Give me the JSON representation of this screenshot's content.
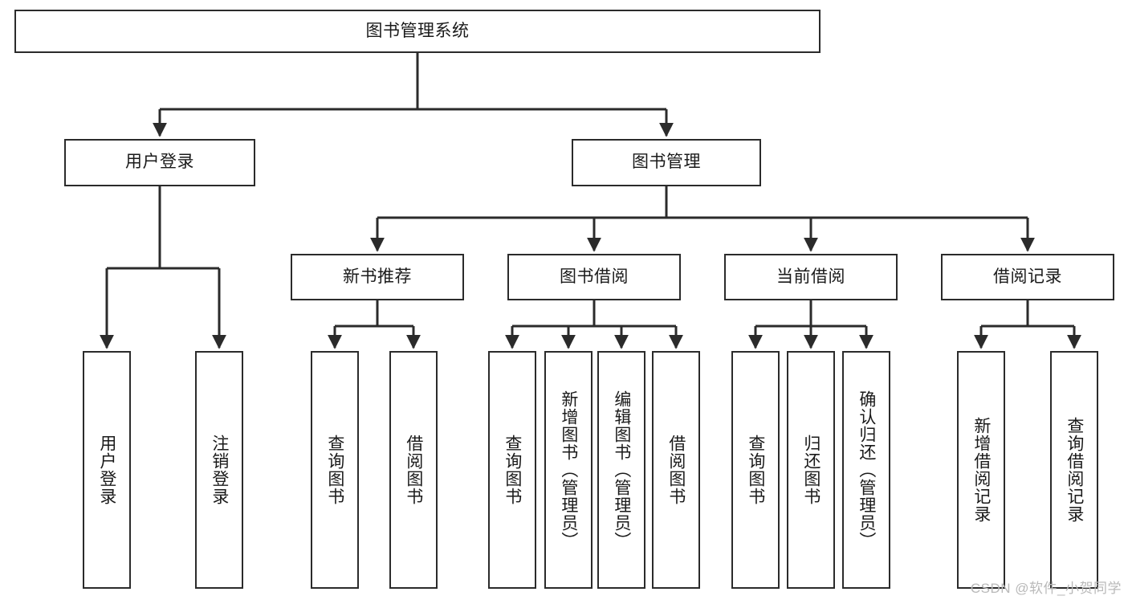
{
  "diagram": {
    "title": "图书管理系统",
    "type": "tree-hierarchy-chart",
    "root": {
      "label": "图书管理系统"
    },
    "level2": [
      {
        "label": "用户登录"
      },
      {
        "label": "图书管理"
      }
    ],
    "level3": [
      {
        "label": "新书推荐"
      },
      {
        "label": "图书借阅"
      },
      {
        "label": "当前借阅"
      },
      {
        "label": "借阅记录"
      }
    ],
    "leaves": [
      {
        "label": "用户登录"
      },
      {
        "label": "注销登录"
      },
      {
        "label": "查询图书"
      },
      {
        "label": "借阅图书"
      },
      {
        "label": "查询图书"
      },
      {
        "label": "新增图书（管理员）"
      },
      {
        "label": "编辑图书（管理员）"
      },
      {
        "label": "借阅图书"
      },
      {
        "label": "查询图书"
      },
      {
        "label": "归还图书"
      },
      {
        "label": "确认归还（管理员）"
      },
      {
        "label": "新增借阅记录"
      },
      {
        "label": "查询借阅记录"
      }
    ]
  },
  "watermark": {
    "text": "CSDN @软件_小贺同学"
  },
  "colors": {
    "box_border": "#2b2b2b",
    "box_fill": "#ffffff",
    "edge": "#2b2b2b",
    "text": "#1a1a1a",
    "watermark": "#b9b9b9"
  }
}
